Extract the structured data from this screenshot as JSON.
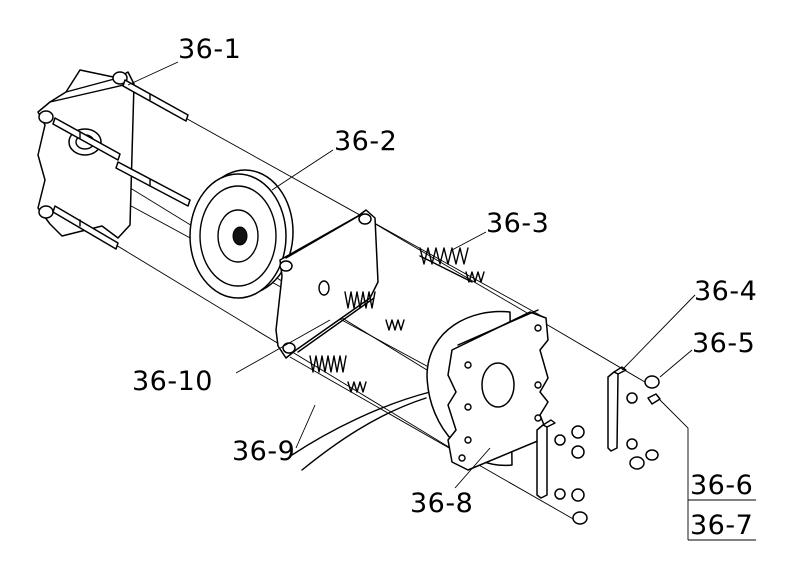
{
  "callouts": [
    {
      "id": "36-1",
      "text": "36-1"
    },
    {
      "id": "36-2",
      "text": "36-2"
    },
    {
      "id": "36-3",
      "text": "36-3"
    },
    {
      "id": "36-4",
      "text": "36-4"
    },
    {
      "id": "36-5",
      "text": "36-5"
    },
    {
      "id": "36-6",
      "text": "36-6"
    },
    {
      "id": "36-7",
      "text": "36-7"
    },
    {
      "id": "36-8",
      "text": "36-8"
    },
    {
      "id": "36-9",
      "text": "36-9"
    },
    {
      "id": "36-10",
      "text": "36-10"
    }
  ]
}
